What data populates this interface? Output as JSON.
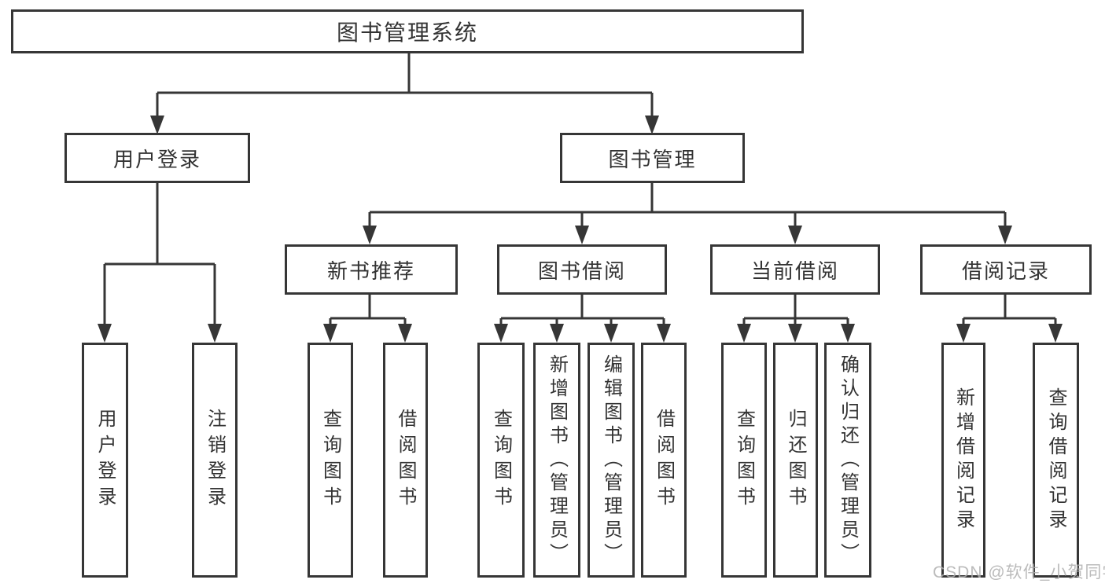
{
  "diagram": {
    "type": "tree-structure-chart",
    "nodes": {
      "root": {
        "label": "图书管理系统"
      },
      "level2": [
        {
          "label": "用户登录"
        },
        {
          "label": "图书管理"
        }
      ],
      "level3": [
        {
          "label": "新书推荐",
          "parent": "图书管理"
        },
        {
          "label": "图书借阅",
          "parent": "图书管理"
        },
        {
          "label": "当前借阅",
          "parent": "图书管理"
        },
        {
          "label": "借阅记录",
          "parent": "图书管理"
        }
      ],
      "leaves": [
        {
          "label": "用户登录",
          "parent": "用户登录"
        },
        {
          "label": "注销登录",
          "parent": "用户登录"
        },
        {
          "label": "查询图书",
          "parent": "新书推荐"
        },
        {
          "label": "借阅图书",
          "parent": "新书推荐"
        },
        {
          "label": "查询图书",
          "parent": "图书借阅"
        },
        {
          "label": "新增图书（管理员）",
          "parent": "图书借阅"
        },
        {
          "label": "编辑图书（管理员）",
          "parent": "图书借阅"
        },
        {
          "label": "借阅图书",
          "parent": "图书借阅"
        },
        {
          "label": "查询图书",
          "parent": "当前借阅"
        },
        {
          "label": "归还图书",
          "parent": "当前借阅"
        },
        {
          "label": "确认归还（管理员）",
          "parent": "当前借阅"
        },
        {
          "label": "新增借阅记录",
          "parent": "借阅记录"
        },
        {
          "label": "查询借阅记录",
          "parent": "借阅记录"
        }
      ]
    },
    "colors": {
      "line": "#363636",
      "box_border": "#363636",
      "text": "#333333",
      "background": "#ffffff",
      "watermark": "#afafaf"
    }
  },
  "watermark": {
    "text": "CSDN @软件_小贺同学"
  }
}
